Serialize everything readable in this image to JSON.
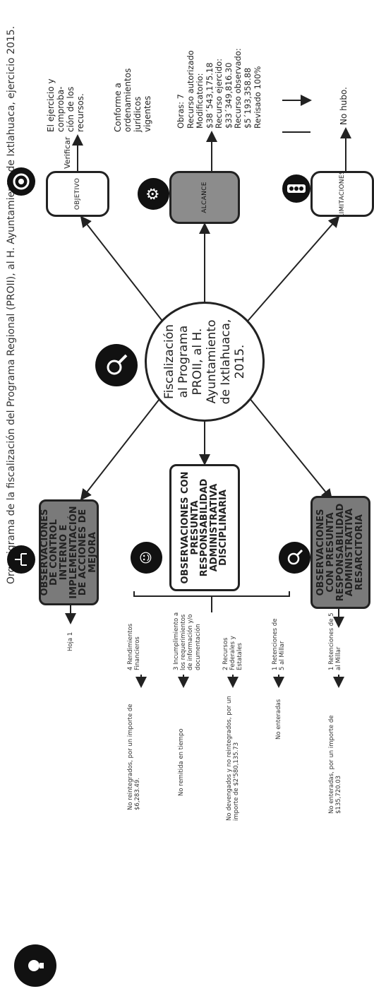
{
  "title": "Organigrama de la fiscalización del Programa Regional (PROII), al H. Ayuntamiento de Ixtlahuaca, ejercicio 2015.",
  "center": "Fiscalización\nal Programa\nPROII, al H.\nAyuntamiento\nde Ixtlahuaca,\n2015.",
  "objetivo": {
    "label": "OBJETIVO",
    "verb": "Verificar",
    "detail": "El ejercicio y\ncomproba-\nción de los\nrecursos.",
    "conforme": "Conforme a\nordenamientos\njurídicos\nvigentes"
  },
  "alcance": {
    "label": "ALCANCE",
    "detail": "Obras: 7\nRecurso autorizado\nModificatorio:\n$38´543,175.18\nRecurso ejercido:\n$33´349,816.30\nRecurso observado:\n$5´193,358.88\nRevisado 100%"
  },
  "limitaciones": {
    "label": "LIMITACIONES",
    "detail": "No hubo."
  },
  "control": {
    "label": "OBSERVACIONES DE\nCONTROL INTERNO E\nIMPLEMENTACIÓN DE\nACCIONES DE MEJORA",
    "detail": "Hoja 1"
  },
  "disciplinaria": {
    "label": "OBSERVACIONES CON\nPRESUNTA\nRESPONSABILIDAD\nADMINISTRATIVA\nDISCIPLINARIA",
    "items": [
      {
        "cause": "4 Rendimientos\nFinancieros",
        "result": "No reintegrados, por un importe de\n$6,283.49."
      },
      {
        "cause": "3 Incumplimiento a\nlos requerimientos\nde información y/o\ndocumentación",
        "result": "No remitida en tiempo"
      },
      {
        "cause": "2 Recursos\nFederales y\nEstatales",
        "result": "No devengados y no reintegrados, por un\nimporte de $2'580,135.73"
      },
      {
        "cause": "1 Retenciones de\n5 al Millar",
        "result": "No enteradas"
      }
    ]
  },
  "resarcitoria": {
    "label": "OBSERVACIONES CON\nPRESUNTA\nRESPONSABILIDAD\nADMINISTRATIVA\nRESARCITORIA",
    "items": [
      {
        "cause": "1 Retenciones de 5\nal Millar",
        "result": "No enteradas, por un importe de\n$135,720.03"
      }
    ]
  }
}
